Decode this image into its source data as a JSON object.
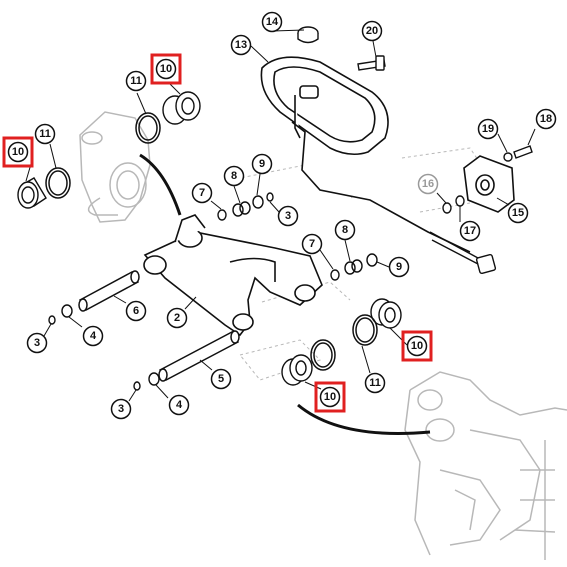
{
  "diagram": {
    "line_color": "#111111",
    "ghost_color": "#b8b8b8",
    "highlight_color": "#e02020",
    "callouts": [
      {
        "id": "c14",
        "label": "14",
        "highlight": false,
        "faded": false
      },
      {
        "id": "c20",
        "label": "20",
        "highlight": false,
        "faded": false
      },
      {
        "id": "c13",
        "label": "13",
        "highlight": false,
        "faded": false
      },
      {
        "id": "c10a",
        "label": "10",
        "highlight": true,
        "faded": false
      },
      {
        "id": "c11a",
        "label": "11",
        "highlight": false,
        "faded": false
      },
      {
        "id": "c19",
        "label": "19",
        "highlight": false,
        "faded": false
      },
      {
        "id": "c18",
        "label": "18",
        "highlight": false,
        "faded": false
      },
      {
        "id": "c10b",
        "label": "10",
        "highlight": true,
        "faded": false
      },
      {
        "id": "c11b",
        "label": "11",
        "highlight": false,
        "faded": false
      },
      {
        "id": "c8a",
        "label": "8",
        "highlight": false,
        "faded": false
      },
      {
        "id": "c9a",
        "label": "9",
        "highlight": false,
        "faded": false
      },
      {
        "id": "c7a",
        "label": "7",
        "highlight": false,
        "faded": false
      },
      {
        "id": "c3a",
        "label": "3",
        "highlight": false,
        "faded": false
      },
      {
        "id": "c16",
        "label": "16",
        "highlight": false,
        "faded": true
      },
      {
        "id": "c15",
        "label": "15",
        "highlight": false,
        "faded": false
      },
      {
        "id": "c17",
        "label": "17",
        "highlight": false,
        "faded": false
      },
      {
        "id": "c8b",
        "label": "8",
        "highlight": false,
        "faded": false
      },
      {
        "id": "c7b",
        "label": "7",
        "highlight": false,
        "faded": false
      },
      {
        "id": "c9b",
        "label": "9",
        "highlight": false,
        "faded": false
      },
      {
        "id": "c6",
        "label": "6",
        "highlight": false,
        "faded": false
      },
      {
        "id": "c2",
        "label": "2",
        "highlight": false,
        "faded": false
      },
      {
        "id": "c3b",
        "label": "3",
        "highlight": false,
        "faded": false
      },
      {
        "id": "c4a",
        "label": "4",
        "highlight": false,
        "faded": false
      },
      {
        "id": "c10c",
        "label": "10",
        "highlight": true,
        "faded": false
      },
      {
        "id": "c11c",
        "label": "11",
        "highlight": false,
        "faded": false
      },
      {
        "id": "c5",
        "label": "5",
        "highlight": false,
        "faded": false
      },
      {
        "id": "c3c",
        "label": "3",
        "highlight": false,
        "faded": false
      },
      {
        "id": "c4b",
        "label": "4",
        "highlight": false,
        "faded": false
      },
      {
        "id": "c10d",
        "label": "10",
        "highlight": true,
        "faded": false
      }
    ]
  }
}
